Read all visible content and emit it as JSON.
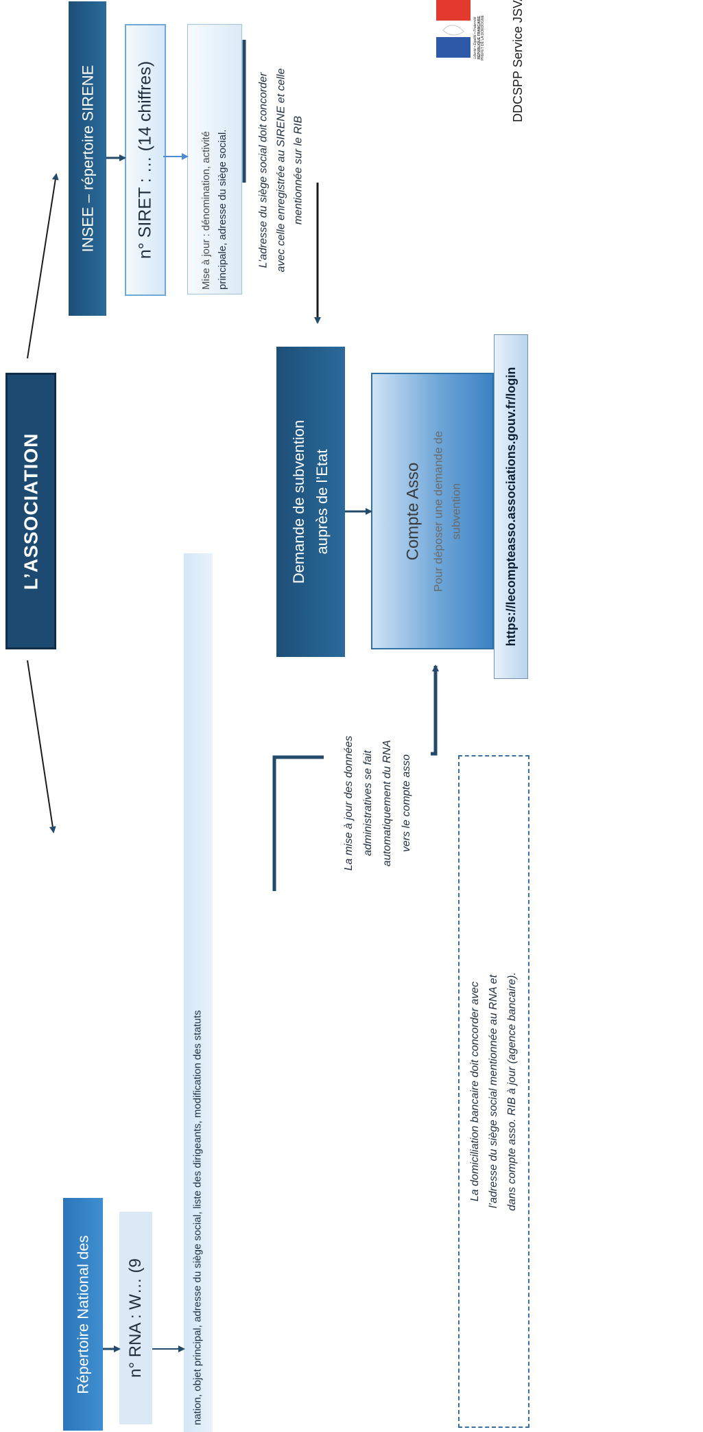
{
  "association": {
    "title": "L’ASSOCIATION"
  },
  "insee": {
    "title": "INSEE – répertoire SIRENE",
    "siret": "n° SIRET : … (14 chiffres)",
    "update_prefix": "Mise à jour : dénomination, activité",
    "update_suffix": "principale, adresse du siège social."
  },
  "rna": {
    "title": "Répertoire National des",
    "number": "n° RNA : W… (9",
    "update": "nation, objet principal, adresse du siège social, liste des dirigeants, modification des statuts"
  },
  "notes": {
    "siege_line1": "L’adresse du siège social doit concorder",
    "siege_line2": "avec celle enregistrée au SIRENE et celle",
    "siege_line3": "mentionnée sur le RIB",
    "rna_update_line1": "La mise à jour des données",
    "rna_update_line2": "administratives se fait",
    "rna_update_line3": "automatiquement du RNA",
    "rna_update_line4": "vers le compte asso",
    "domiciliation_line1": "La domiciliation bancaire doit concorder avec",
    "domiciliation_line2": "l’adresse du siège social mentionnée au RNA et",
    "domiciliation_line3": "dans compte asso. RIB à jour (agence bancaire)."
  },
  "subvention": {
    "title_line1": "Demande de subvention",
    "title_line2": "auprès de l’Etat",
    "compte_title": "Compte Asso",
    "compte_sub_line1": "Pour déposer une demande de",
    "compte_sub_line2": "subvention",
    "url": "https://lecompteasso.associations.gouv.fr/login"
  },
  "header": {
    "service": "DDCSPP Service JSVA",
    "logo_motto": "Liberté • Égalité • Fraternité",
    "logo_republic": "RÉPUBLIQUE FRANÇAISE",
    "logo_prefet": "PRÉFET DE LA DORDOGNE"
  },
  "colors": {
    "dark_blue": "#1d4f78",
    "mid_blue": "#2a76b8",
    "arrow": "#234a6a",
    "flag_blue": "#2d5aa8",
    "flag_red": "#e23a2e"
  }
}
